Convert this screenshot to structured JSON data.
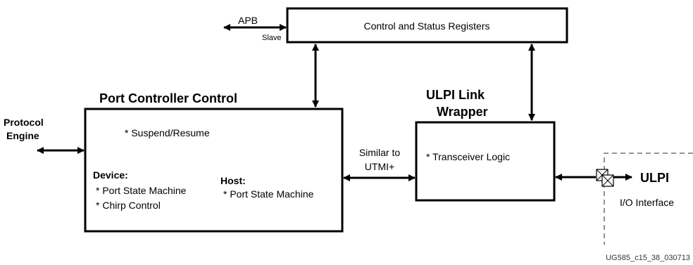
{
  "apb": {
    "label": "APB",
    "slave": "Slave"
  },
  "csr": {
    "label": "Control and Status Registers"
  },
  "port_controller": {
    "title": "Port Controller Control",
    "suspend": "* Suspend/Resume",
    "device_heading": "Device:",
    "device_items": [
      "* Port State Machine",
      "* Chirp Control"
    ],
    "host_heading": "Host:",
    "host_items": [
      "* Port State Machine"
    ]
  },
  "protocol_engine": {
    "line1": "Protocol",
    "line2": "Engine"
  },
  "utmi": {
    "line1": "Similar to",
    "line2": "UTMI+"
  },
  "ulpi_wrapper": {
    "title_line1": "ULPI Link",
    "title_line2": "Wrapper",
    "item": "* Transceiver Logic"
  },
  "ulpi": {
    "label": "ULPI",
    "io": "I/O Interface"
  },
  "figure_id": "UG585_c15_38_030713"
}
